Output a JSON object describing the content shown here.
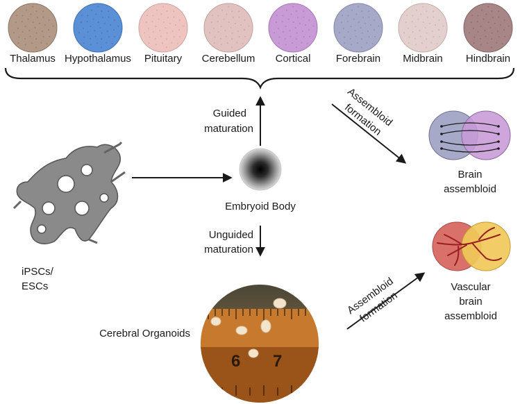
{
  "regions": [
    {
      "label": "Thalamus",
      "color": "#b39a88",
      "dot": "#8c7563"
    },
    {
      "label": "Hypothalamus",
      "color": "#5b8fd6",
      "dot": "#3d6fb5"
    },
    {
      "label": "Pituitary",
      "color": "#edc4c0",
      "dot": "#d1a29d"
    },
    {
      "label": "Cerebellum",
      "color": "#e2c2c0",
      "dot": "#c49e9b"
    },
    {
      "label": "Cortical",
      "color": "#c89ad6",
      "dot": "#a776b8"
    },
    {
      "label": "Forebrain",
      "color": "#a7a9c9",
      "dot": "#8385a8"
    },
    {
      "label": "Midbrain",
      "color": "#e3cfcd",
      "dot": "#c5adaa"
    },
    {
      "label": "Hindbrain",
      "color": "#a88586",
      "dot": "#866364"
    }
  ],
  "labels": {
    "guided": [
      "Guided",
      "maturation"
    ],
    "unguided": [
      "Unguided",
      "maturation"
    ],
    "embryoid_body": "Embryoid Body",
    "ipsc": [
      "iPSCs/",
      "ESCs"
    ],
    "cerebral_organoids": "Cerebral Organoids",
    "assembloid_formation": [
      "Assembloid",
      "formation"
    ],
    "brain_assembloid": [
      "Brain",
      "assembloid"
    ],
    "vascular_assembloid": [
      "Vascular",
      "brain",
      "assembloid"
    ],
    "ruler_numbers": [
      "6",
      "7"
    ]
  },
  "colors": {
    "arrow": "#1a1a1a",
    "brain_left": "#a7a9c9",
    "brain_right": "#c89ad6",
    "vascular_left": "#d9706a",
    "vascular_right": "#f0c85a",
    "vessel": "#9a1f1f",
    "ruler": "#b5651d"
  }
}
